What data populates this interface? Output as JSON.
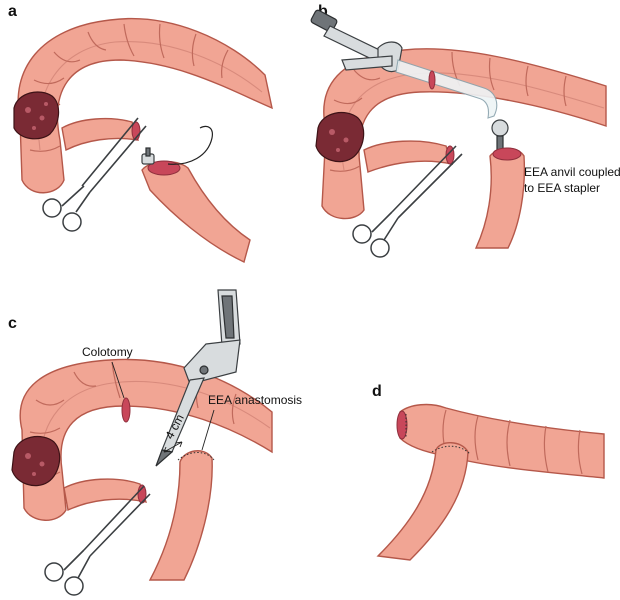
{
  "panels": {
    "a": {
      "letter": "a"
    },
    "b": {
      "letter": "b",
      "anvil_label_line1": "EEA anvil coupled",
      "anvil_label_line2": "to EEA stapler"
    },
    "c": {
      "letter": "c",
      "colotomy_label": "Colotomy",
      "anastomosis_label": "EEA anastomosis",
      "distance_label": "4 cm"
    },
    "d": {
      "letter": "d"
    }
  },
  "colors": {
    "bowel_fill": "#f1a594",
    "bowel_outline": "#b5584a",
    "tumor": "#7a2a34",
    "instrument_metal": "#d8dcde",
    "instrument_dark": "#6f7478"
  },
  "icons": [
    "colon-segment",
    "tumor",
    "hemostat-clamp",
    "eea-stapler",
    "eea-anvil",
    "purse-string-suture"
  ]
}
